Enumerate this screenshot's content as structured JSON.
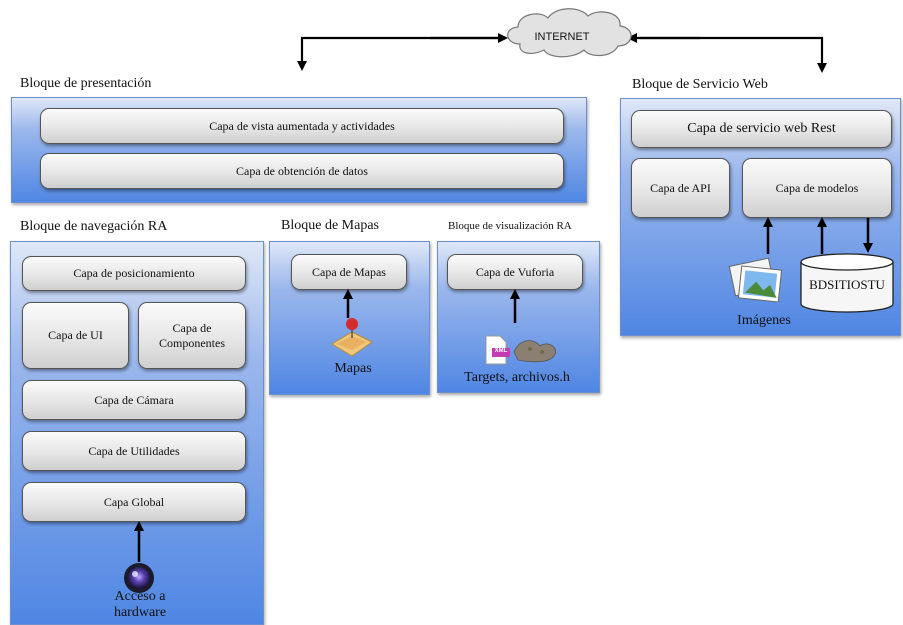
{
  "internet": "INTERNET",
  "presentacion": {
    "title": "Bloque de presentación",
    "layer1": "Capa de vista aumentada y actividades",
    "layer2": "Capa de obtención de datos"
  },
  "servicio_web": {
    "title": "Bloque de Servicio Web",
    "rest": "Capa de servicio web Rest",
    "api": "Capa de API",
    "modelos": "Capa de modelos",
    "db": "BDSITIOSTU",
    "imagenes": "Imágenes"
  },
  "navegacion": {
    "title": "Bloque de navegación RA",
    "posicionamiento": "Capa de posicionamiento",
    "ui": "Capa de UI",
    "componentes": "Capa de Componentes",
    "camara": "Capa de Cámara",
    "utilidades": "Capa de Utilidades",
    "global": "Capa Global",
    "hardware": "Acceso a hardware"
  },
  "mapas": {
    "title": "Bloque de Mapas",
    "capa": "Capa de Mapas",
    "label": "Mapas"
  },
  "visualizacion": {
    "title": "Bloque de visualización RA",
    "capa": "Capa de Vuforia",
    "label": "Targets,  archivos.h",
    "xml_label": "XML"
  }
}
